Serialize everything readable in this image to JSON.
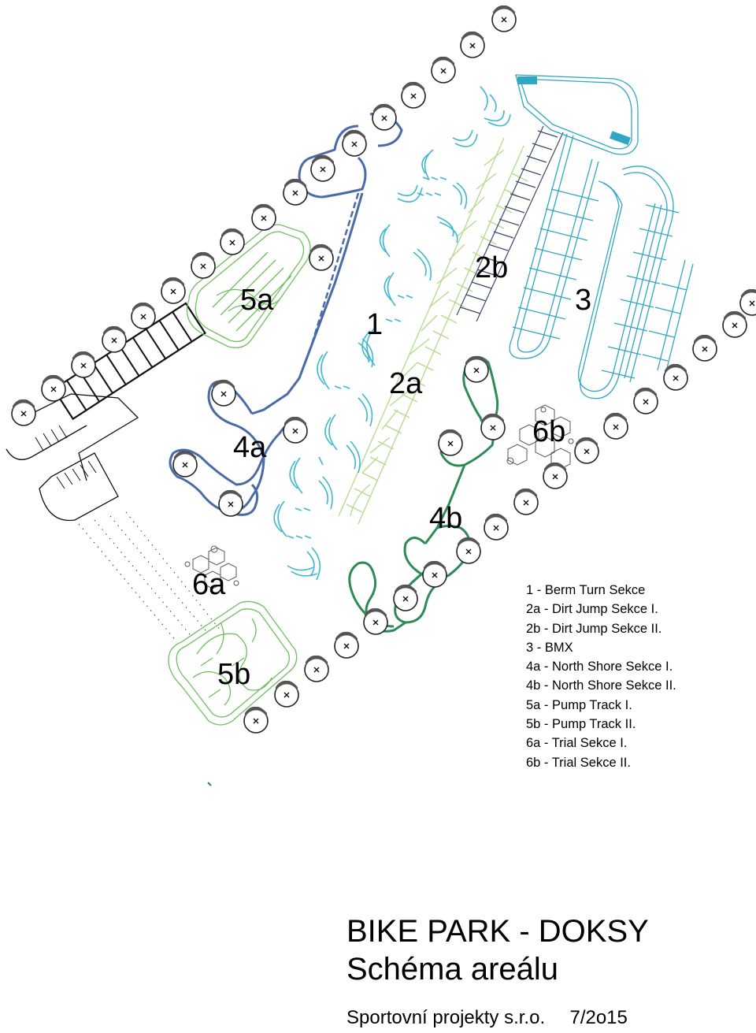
{
  "zones": [
    {
      "id": "1",
      "label": "1"
    },
    {
      "id": "2a",
      "label": "2a"
    },
    {
      "id": "2b",
      "label": "2b"
    },
    {
      "id": "3",
      "label": "3"
    },
    {
      "id": "4a",
      "label": "4a"
    },
    {
      "id": "4b",
      "label": "4b"
    },
    {
      "id": "5a",
      "label": "5a"
    },
    {
      "id": "5b",
      "label": "5b"
    },
    {
      "id": "6a",
      "label": "6a"
    },
    {
      "id": "6b",
      "label": "6b"
    }
  ],
  "legend": [
    "1 - Berm Turn Sekce",
    "2a - Dirt Jump Sekce I.",
    "2b - Dirt Jump Sekce II.",
    "3 - BMX",
    "4a - North Shore Sekce I.",
    "4b - North Shore Sekce II.",
    "5a - Pump Track I.",
    "5b - Pump Track II.",
    "6a - Trial Sekce I.",
    "6b - Trial Sekce II."
  ],
  "title": {
    "line1": "BIKE PARK - DOKSY",
    "line2": "Schéma areálu"
  },
  "footer": {
    "company": "Sportovní projekty s.r.o.",
    "date": "7/2o15"
  },
  "colors": {
    "berm_blue": "#4a6aa8",
    "dirt_light_green": "#b5d98a",
    "dirt_dark": "#3b4a6b",
    "bmx_cyan": "#2fa7c4",
    "north_shore_green": "#2e8b57",
    "pump_green": "#6fbf5e",
    "trial_grey": "#555555",
    "tree_grey": "#444444"
  },
  "icons": [
    "tree-symbol-icon"
  ]
}
